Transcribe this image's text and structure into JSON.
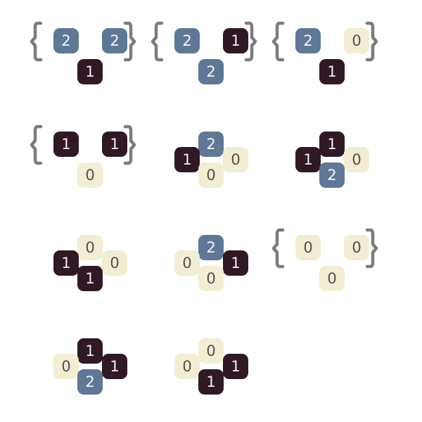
{
  "colors": {
    "0": "#f1eed3",
    "1": "#301824",
    "2": "#5e7895",
    "brace": "#7c7c7c"
  },
  "text_colors": {
    "0": "#555048",
    "1": "#f4eef2",
    "2": "#f4f6f9"
  },
  "groups": [
    {
      "style": "braced",
      "values": [
        2,
        2,
        1
      ]
    },
    {
      "style": "braced",
      "values": [
        2,
        1,
        2
      ]
    },
    {
      "style": "braced",
      "values": [
        2,
        0,
        1
      ]
    },
    {
      "style": "braced",
      "values": [
        1,
        1,
        0
      ]
    },
    {
      "style": "diamond",
      "values": [
        2,
        1,
        0,
        0
      ]
    },
    {
      "style": "diamond",
      "values": [
        1,
        1,
        0,
        2
      ]
    },
    {
      "style": "diamond",
      "values": [
        0,
        1,
        0,
        1
      ]
    },
    {
      "style": "diamond",
      "values": [
        2,
        0,
        1,
        0
      ]
    },
    {
      "style": "braced",
      "values": [
        0,
        0,
        0
      ]
    },
    {
      "style": "diamond",
      "values": [
        1,
        0,
        1,
        2
      ]
    },
    {
      "style": "diamond",
      "values": [
        0,
        0,
        1,
        1
      ]
    }
  ]
}
